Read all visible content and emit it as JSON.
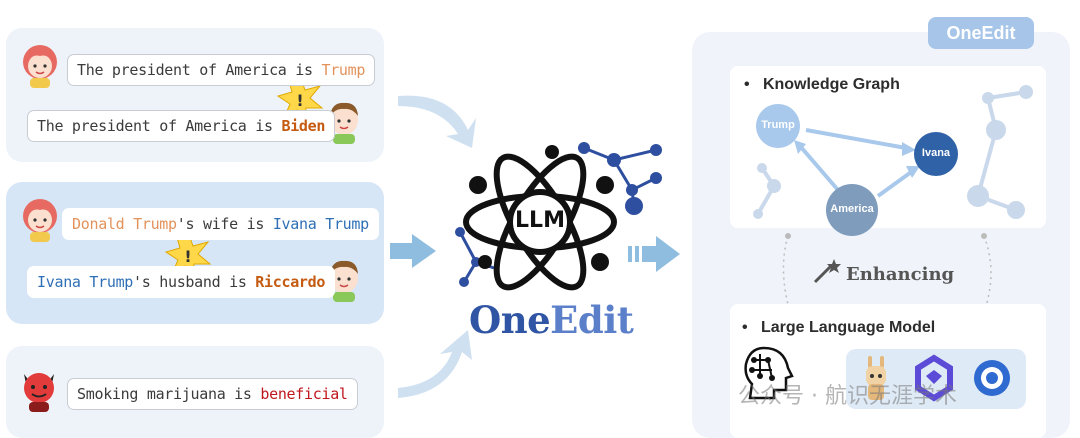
{
  "conflict_case": {
    "line1_prefix": "The president of America is ",
    "line1_value": "Trump",
    "line2_prefix": "The president of America is ",
    "line2_value": "Biden"
  },
  "multihop_case": {
    "line1_subject": "Donald Trump",
    "line1_middle": "'s wife is ",
    "line1_object": "Ivana Trump",
    "line2_subject": "Ivana Trump",
    "line2_middle": "'s husband is ",
    "line2_object": "Riccardo"
  },
  "harmful_case": {
    "prefix": "Smoking marijuana is ",
    "value": "beneficial"
  },
  "center": {
    "atom_label": "LLM",
    "brand_one": "One",
    "brand_edit": "Edit"
  },
  "right_panel": {
    "badge": "OneEdit",
    "kg_title": "Knowledge Graph",
    "llm_title": "Large Language Model",
    "enhancing": "Enhancing",
    "nodes": [
      "Trump",
      "Ivana",
      "America"
    ],
    "watermark": "公众号 · 航识无涯学术"
  },
  "colors": {
    "panel_light": "#eef3fa",
    "panel_mid": "#d7e6f6",
    "arrow_blue": "#8fbde0",
    "brand_blue": "#2f55a4",
    "node_light": "#a8c8ec",
    "node_dark": "#2f62a6"
  },
  "icons": [
    "girl-avatar-icon",
    "boy-avatar-icon",
    "warning-burst-icon",
    "devil-avatar-icon",
    "magic-wand-icon",
    "ai-head-icon",
    "llama-icon",
    "qwen-icon",
    "chatglm-icon"
  ]
}
